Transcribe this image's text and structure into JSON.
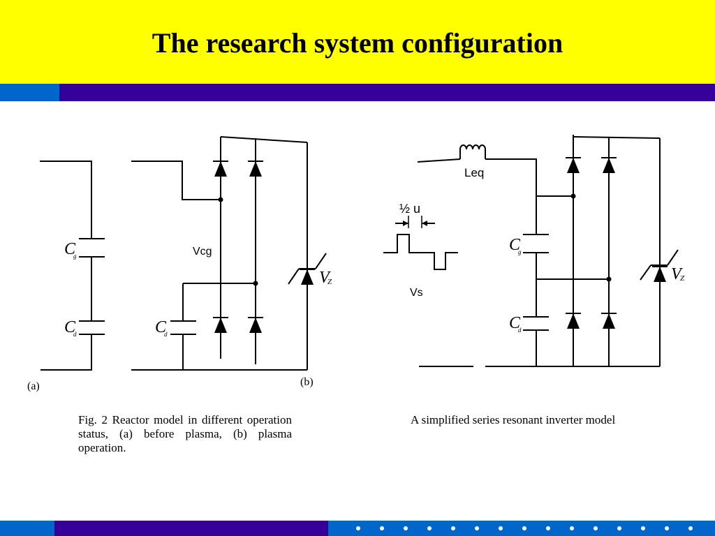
{
  "slide": {
    "title": "The research system configuration"
  },
  "figure_left": {
    "label_a": "(a)",
    "label_b": "(b)",
    "cg_main": "C",
    "cg_sub": "g",
    "cd_main": "C",
    "cd_sub": "d",
    "vcg": "Vcg",
    "vz_main": "V",
    "vz_sub": "Z",
    "caption": "Fig. 2 Reactor model in different operation status, (a) before plasma, (b) plasma operation."
  },
  "figure_right": {
    "inductor_label": "Leq",
    "half_period_label": "½ u",
    "source_label": "Vs",
    "cg_main": "C",
    "cg_sub": "g",
    "cd_main": "C",
    "cd_sub": "d",
    "vz_main": "V",
    "vz_sub": "Z",
    "caption": "A simplified series resonant inverter model"
  },
  "colors": {
    "header_yellow": "#ffff00",
    "bar_blue": "#0066cc",
    "bar_purple": "#330099"
  }
}
